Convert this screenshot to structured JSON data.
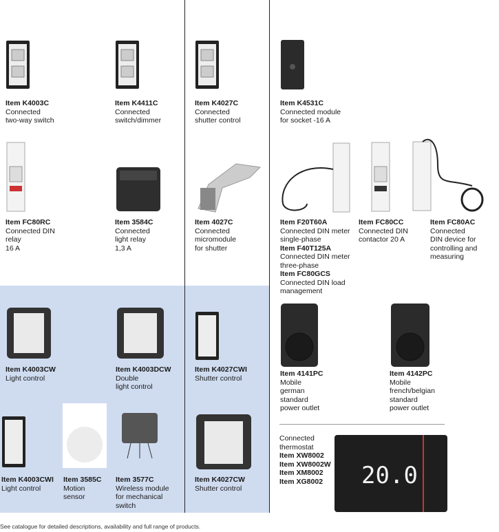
{
  "items": [
    {
      "code": "Item K4003C",
      "desc": "Connected\ntwo-way switch"
    },
    {
      "code": "Item K4411C",
      "desc": "Connected\nswitch/dimmer"
    },
    {
      "code": "Item K4027C",
      "desc": "Connected\nshutter control"
    },
    {
      "code": "Item K4531C",
      "desc": "Connected module\nfor socket -16 A"
    },
    {
      "code": "Item FC80RC",
      "desc": "Connected DIN\nrelay\n16 A"
    },
    {
      "code": "Item 3584C",
      "desc": "Connected\nlight relay\n1,3 A"
    },
    {
      "code": "Item 4027C",
      "desc": "Connected\nmicromodule\nfor shutter"
    },
    {
      "code": "Item FC80CC",
      "desc": "Connected DIN\ncontactor  20 A"
    },
    {
      "code": "Item FC80AC",
      "desc": "Connected\nDIN device for\ncontrolling and\nmeasuring"
    },
    {
      "code": "Item K4003CW",
      "desc": "Light control"
    },
    {
      "code": "Item K4003DCW",
      "desc": "Double\nlight control"
    },
    {
      "code": "Item K4027CWI",
      "desc": "Shutter control"
    },
    {
      "code": "Item 4141PC",
      "desc": "Mobile\ngerman\nstandard\npower outlet"
    },
    {
      "code": "Item 4142PC",
      "desc": "Mobile\nfrench/belgian\nstandard\npower outlet"
    },
    {
      "code": "Item K4003CWI",
      "desc": "Light control"
    },
    {
      "code": "Item 3585C",
      "desc": "Motion\nsensor"
    },
    {
      "code": "Item 3577C",
      "desc": "Wireless module\nfor mechanical\nswitch"
    },
    {
      "code": "Item K4027CW",
      "desc": "Shutter control"
    }
  ],
  "din_meter": {
    "code1": "Item F20T60A",
    "desc1": "Connected DIN meter\nsingle-phase",
    "code2": "Item F40T125A",
    "desc2": "Connected DIN meter\nthree-phase",
    "code3": "Item FC80GCS",
    "desc3": "Connected DIN load\nmanagement"
  },
  "thermostat": {
    "title": "Connected\nthermostat",
    "codes": [
      "Item XW8002",
      "Item XW8002W",
      "Item XM8002",
      "Item XG8002"
    ],
    "display": "20.0"
  },
  "footer": "See catalogue for detailed descriptions, availability and full range of products."
}
